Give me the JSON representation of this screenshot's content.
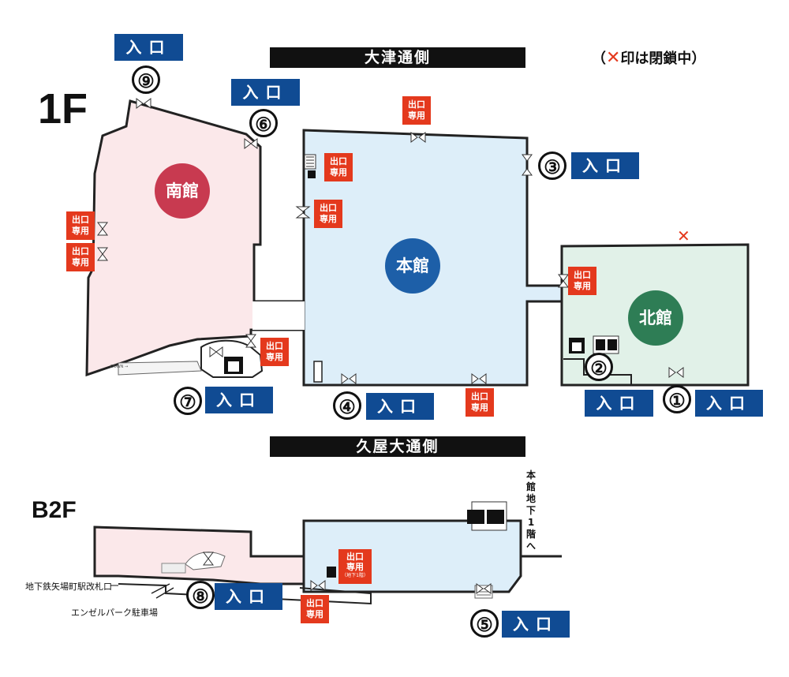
{
  "floors": {
    "f1": "1F",
    "b2": "B2F"
  },
  "streets": {
    "top": "大津通側",
    "middle": "久屋大通側"
  },
  "closed_note": {
    "open": "（",
    "mark": "✕",
    "text": "印は閉鎖中）"
  },
  "buildings": {
    "south": {
      "name": "南館",
      "color": "#c83a50"
    },
    "main": {
      "name": "本館",
      "color": "#1d5fa8"
    },
    "north": {
      "name": "北館",
      "color": "#2e7d55"
    }
  },
  "entry_label": "入口",
  "exit_label": {
    "line1": "出口",
    "line2": "専用"
  },
  "exit_b2_note": "（地下1階）",
  "entrance_numbers": {
    "n1": "①",
    "n2": "②",
    "n3": "③",
    "n4": "④",
    "n5": "⑤",
    "n6": "⑥",
    "n7": "⑦",
    "n8": "⑧",
    "n9": "⑨"
  },
  "closed_mark": "✕",
  "vertical_note": "本館地下1階へ",
  "b2_labels": {
    "subway": "地下鉄矢場町駅改札口",
    "parking": "エンゼルパーク駐車場"
  },
  "down_label": "DOWN",
  "colors": {
    "south_fill": "#fbe8ea",
    "main_fill": "#ddeef9",
    "north_fill": "#e1f1e8",
    "entry_blue": "#104b93",
    "exit_red": "#e4391d",
    "outline": "#222222"
  },
  "icons": {
    "elevator": "elevator-icon",
    "escalator": "escalator-icon",
    "door": "door-icon",
    "stairs": "stairs-icon"
  }
}
